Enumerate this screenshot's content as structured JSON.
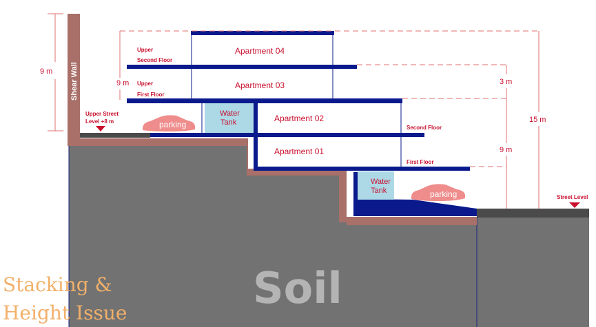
{
  "labels": {
    "shear_wall": "Shear Wall",
    "apt04": "Apartment 04",
    "apt03": "Apartment 03",
    "apt02": "Apartment 02",
    "apt01": "Apartment 01",
    "upper_second_1": "Upper",
    "upper_second_2": "Second Floor",
    "upper_first_1": "Upper",
    "upper_first_2": "First Floor",
    "second_floor": "Second Floor",
    "first_floor": "First Floor",
    "upper_street_1": "Upper Street",
    "upper_street_2": "Level +8 m",
    "street_level": "Street Level",
    "water_tank_upper_1": "Water",
    "water_tank_upper_2": "Tank",
    "water_tank_lower_1": "Water",
    "water_tank_lower_2": "Tank",
    "parking_upper": "parking",
    "parking_lower": "parking",
    "soil": "Soil",
    "caption_1": "Stacking &",
    "caption_2": "Height Issue"
  },
  "dimensions": {
    "left_9m": "9 m",
    "mid_9m": "9 m",
    "right_3m": "3 m",
    "right_9m": "9 m",
    "right_15m": "15 m"
  },
  "colors": {
    "navy": "#0a1a8c",
    "wall": "#a9706a",
    "soil": "#727272",
    "road": "#4a4a4a",
    "tank": "#add8e6",
    "car": "#ef8c8c",
    "dim_red": "#c8102e",
    "caption": "#f2b06a"
  }
}
